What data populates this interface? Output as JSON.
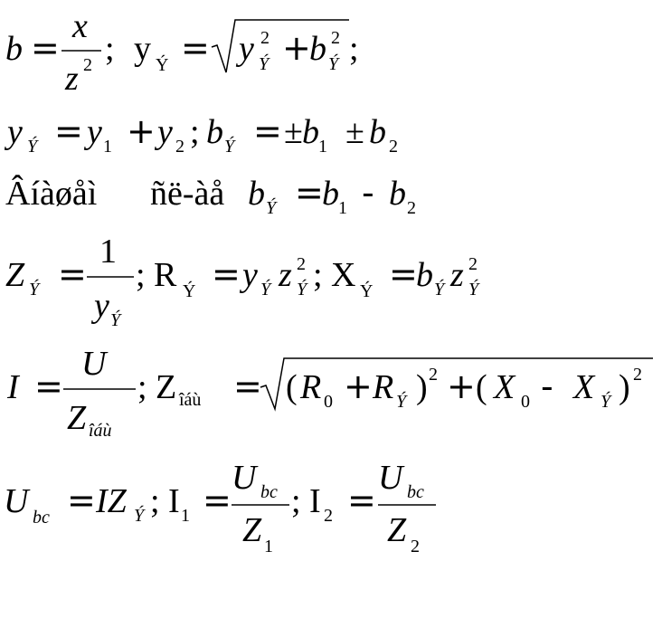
{
  "line1": {
    "b": "b",
    "eq": "=",
    "x": "x",
    "z": "z",
    "pow2": "2",
    "semi": ";",
    "y": "y",
    "sub_e": "Ý",
    "plus": "+",
    "sqrt_y": "y",
    "sqrt_b": "b"
  },
  "line2": {
    "y": "y",
    "sub_e": "Ý",
    "eq": "=",
    "y1": "y",
    "one": "1",
    "plus": "+",
    "y2": "y",
    "two": "2",
    "semi": ";",
    "b": "b",
    "pm": "±",
    "b1": "b",
    "b2": "b"
  },
  "line3": {
    "word1": "Âíàøåì",
    "word2": "ñë-àå",
    "b": "b",
    "sub_e": "Ý",
    "eq": "=",
    "b1": "b",
    "one": "1",
    "minus": "-",
    "b2": "b",
    "two": "2"
  },
  "line4": {
    "Z": "Z",
    "sub_e": "Ý",
    "eq": "=",
    "one": "1",
    "y": "y",
    "semi": ";",
    "R": "R",
    "y2": "y",
    "z": "z",
    "pow2": "2",
    "X": "X",
    "b": "b"
  },
  "line5": {
    "I": "I",
    "eq": "=",
    "U": "U",
    "Z": "Z",
    "sub_obsh": "îáù",
    "semi": ";",
    "R0": "R",
    "zero": "0",
    "plus": "+",
    "RE": "R",
    "sub_e": "Ý",
    "lp": "(",
    "rp": ")",
    "pow2": "2",
    "X0": "X",
    "minus": "-",
    "XE": "X"
  },
  "line6": {
    "U": "U",
    "sub_bc": "bc",
    "eq": "=",
    "IZ": "IZ",
    "sub_e": "Ý",
    "semi": ";",
    "I": "I",
    "one": "1",
    "two": "2",
    "Z": "Z"
  }
}
